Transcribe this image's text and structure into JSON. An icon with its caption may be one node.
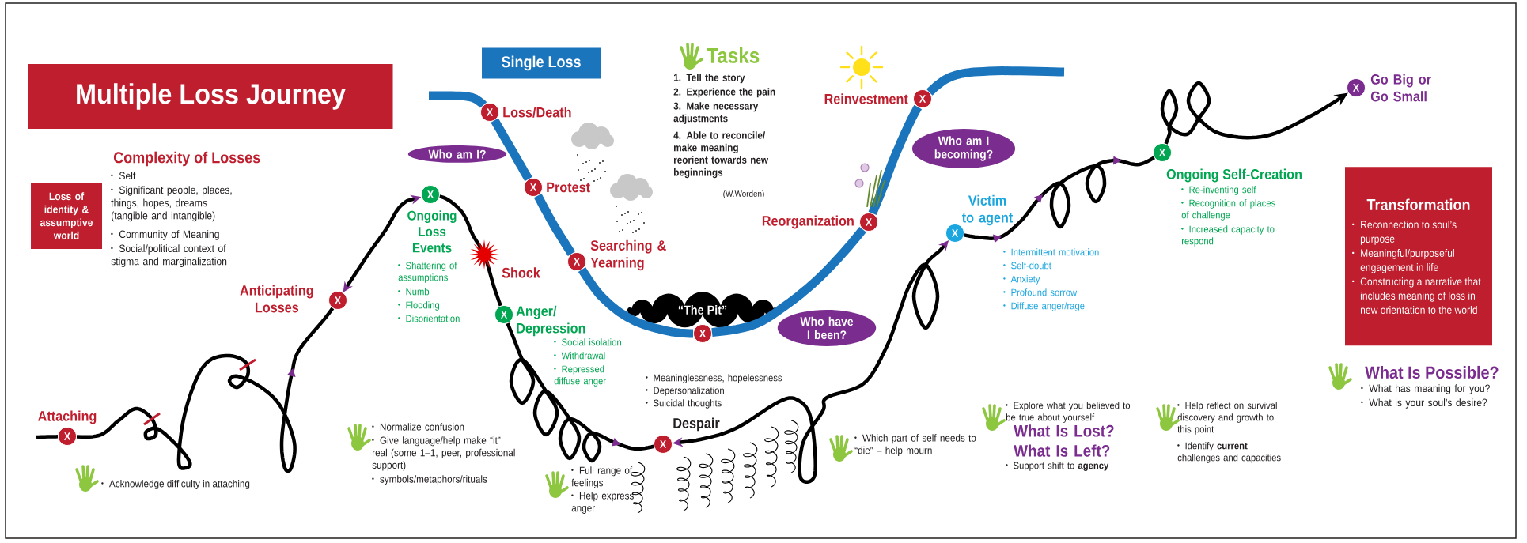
{
  "diagram": {
    "title": "Multiple Loss Journey",
    "nodes": [
      {
        "text": [
          "Single Loss"
        ]
      },
      {
        "text": [
          "Loss of identity & assumptive world"
        ]
      },
      {
        "text": [
          "X"
        ],
        "beside": [
          "Attaching"
        ]
      },
      {
        "text": [
          "X"
        ],
        "beside": [
          "Anticipating Losses"
        ]
      },
      {
        "text": [
          "X"
        ],
        "beside": [
          "Ongoing Loss Events",
          "Shattering of assumptions",
          "Numb",
          "Flooding",
          "Disorientation"
        ]
      },
      {
        "text": [
          "X"
        ],
        "beside": [
          "Anger/ Depression",
          "Social isolation",
          "Withdrawal",
          "Repressed diffuse anger"
        ]
      },
      {
        "text": [
          "X"
        ],
        "beside": [
          "Despair"
        ]
      },
      {
        "text": [
          "X"
        ],
        "beside": [
          "Victim to agent",
          "Intermittent motivation",
          "Self-doubt",
          "Anxiety",
          "Profound sorrow",
          "Diffuse anger/rage"
        ]
      },
      {
        "text": [
          "X"
        ],
        "beside": [
          "Ongoing Self-Creation",
          "Re-inventing self",
          "Recognition of places of challenge",
          "Increased capacity to respond"
        ]
      },
      {
        "text": [
          "X"
        ],
        "beside": [
          "Go Big or Go Small"
        ]
      },
      {
        "text": [
          "X"
        ],
        "beside": [
          "Loss/Death"
        ]
      },
      {
        "text": [
          "X"
        ],
        "beside": [
          "Protest"
        ]
      },
      {
        "text": [
          "X"
        ],
        "beside": [
          "Searching & Yearning"
        ]
      },
      {
        "text": [
          "X"
        ],
        "beside": [
          "“The Pit”"
        ]
      },
      {
        "text": [
          "X"
        ],
        "beside": [
          "Reorganization"
        ]
      },
      {
        "text": [
          "X"
        ],
        "beside": [
          "Reinvestment"
        ]
      },
      {
        "text": [
          "Who am I?"
        ]
      },
      {
        "text": [
          "Who am I becoming?"
        ]
      },
      {
        "text": [
          "Who have I been?"
        ]
      },
      {
        "text": [
          "Transformation",
          "Reconnection to soul’s purpose",
          "Meaningful/purposeful engagement in life",
          "Constructing a narrative that includes meaning of loss in new orientation to the world"
        ]
      }
    ],
    "edges": [
      {
        "from": null,
        "to": 2,
        "arrow": "none"
      },
      {
        "from": 2,
        "to": 3,
        "arrow": "to"
      },
      {
        "from": 3,
        "to": 4,
        "arrow": "both"
      },
      {
        "from": 4,
        "to": 5,
        "arrow": "none"
      },
      {
        "from": 5,
        "to": 6,
        "arrow": "to"
      },
      {
        "from": 6,
        "to": 7,
        "arrow": "both"
      },
      {
        "from": 7,
        "to": 8,
        "arrow": "to"
      },
      {
        "from": 8,
        "to": 9,
        "arrow": "to"
      },
      {
        "from": null,
        "to": 10,
        "arrow": "none",
        "style": "thick",
        "color": "#1b75bc"
      },
      {
        "from": 10,
        "to": 11,
        "arrow": "none",
        "style": "thick",
        "color": "#1b75bc"
      },
      {
        "from": 11,
        "to": 12,
        "arrow": "none",
        "style": "thick",
        "color": "#1b75bc"
      },
      {
        "from": 12,
        "to": 13,
        "arrow": "none",
        "style": "thick",
        "color": "#1b75bc"
      },
      {
        "from": 13,
        "to": 14,
        "arrow": "none",
        "style": "thick",
        "color": "#1b75bc"
      },
      {
        "from": 14,
        "to": 15,
        "arrow": "none",
        "style": "thick",
        "color": "#1b75bc"
      },
      {
        "from": 15,
        "to": null,
        "arrow": "none",
        "style": "thick",
        "color": "#1b75bc"
      }
    ],
    "labels": [
      "Complexity of Losses",
      "Self",
      "Significant people, places, things, hopes, dreams (tangible and intangible)",
      "Community of Meaning",
      "Social/political context of stigma and marginalization",
      "Shock",
      "Tasks",
      "1. Tell the story",
      "2. Experience the pain",
      "3. Make necessary adjustments",
      "4. Able to reconcile/ make meaning reorient towards new beginnings",
      "(W.Worden)",
      "Acknowledge difficulty in attaching",
      "Normalize confusion",
      "Give language/help make “it” real (some 1–1, peer, professional support)",
      "symbols/metaphors/rituals",
      "Meaninglessness, hopelessness",
      "Depersonalization",
      "Suicidal thoughts",
      "Full range of feelings",
      "Help express anger",
      "Which part of self needs to “die” – help mourn",
      "Explore what you believed to be true about yourself",
      "What Is Lost? What Is Left?",
      "Support shift to **agency**",
      "Help reflect on survival discovery and growth to this point",
      "Identify **current** challenges and capacities",
      "What Is Possible?",
      "What has meaning for you?",
      "What is your soul’s desire?"
    ]
  }
}
